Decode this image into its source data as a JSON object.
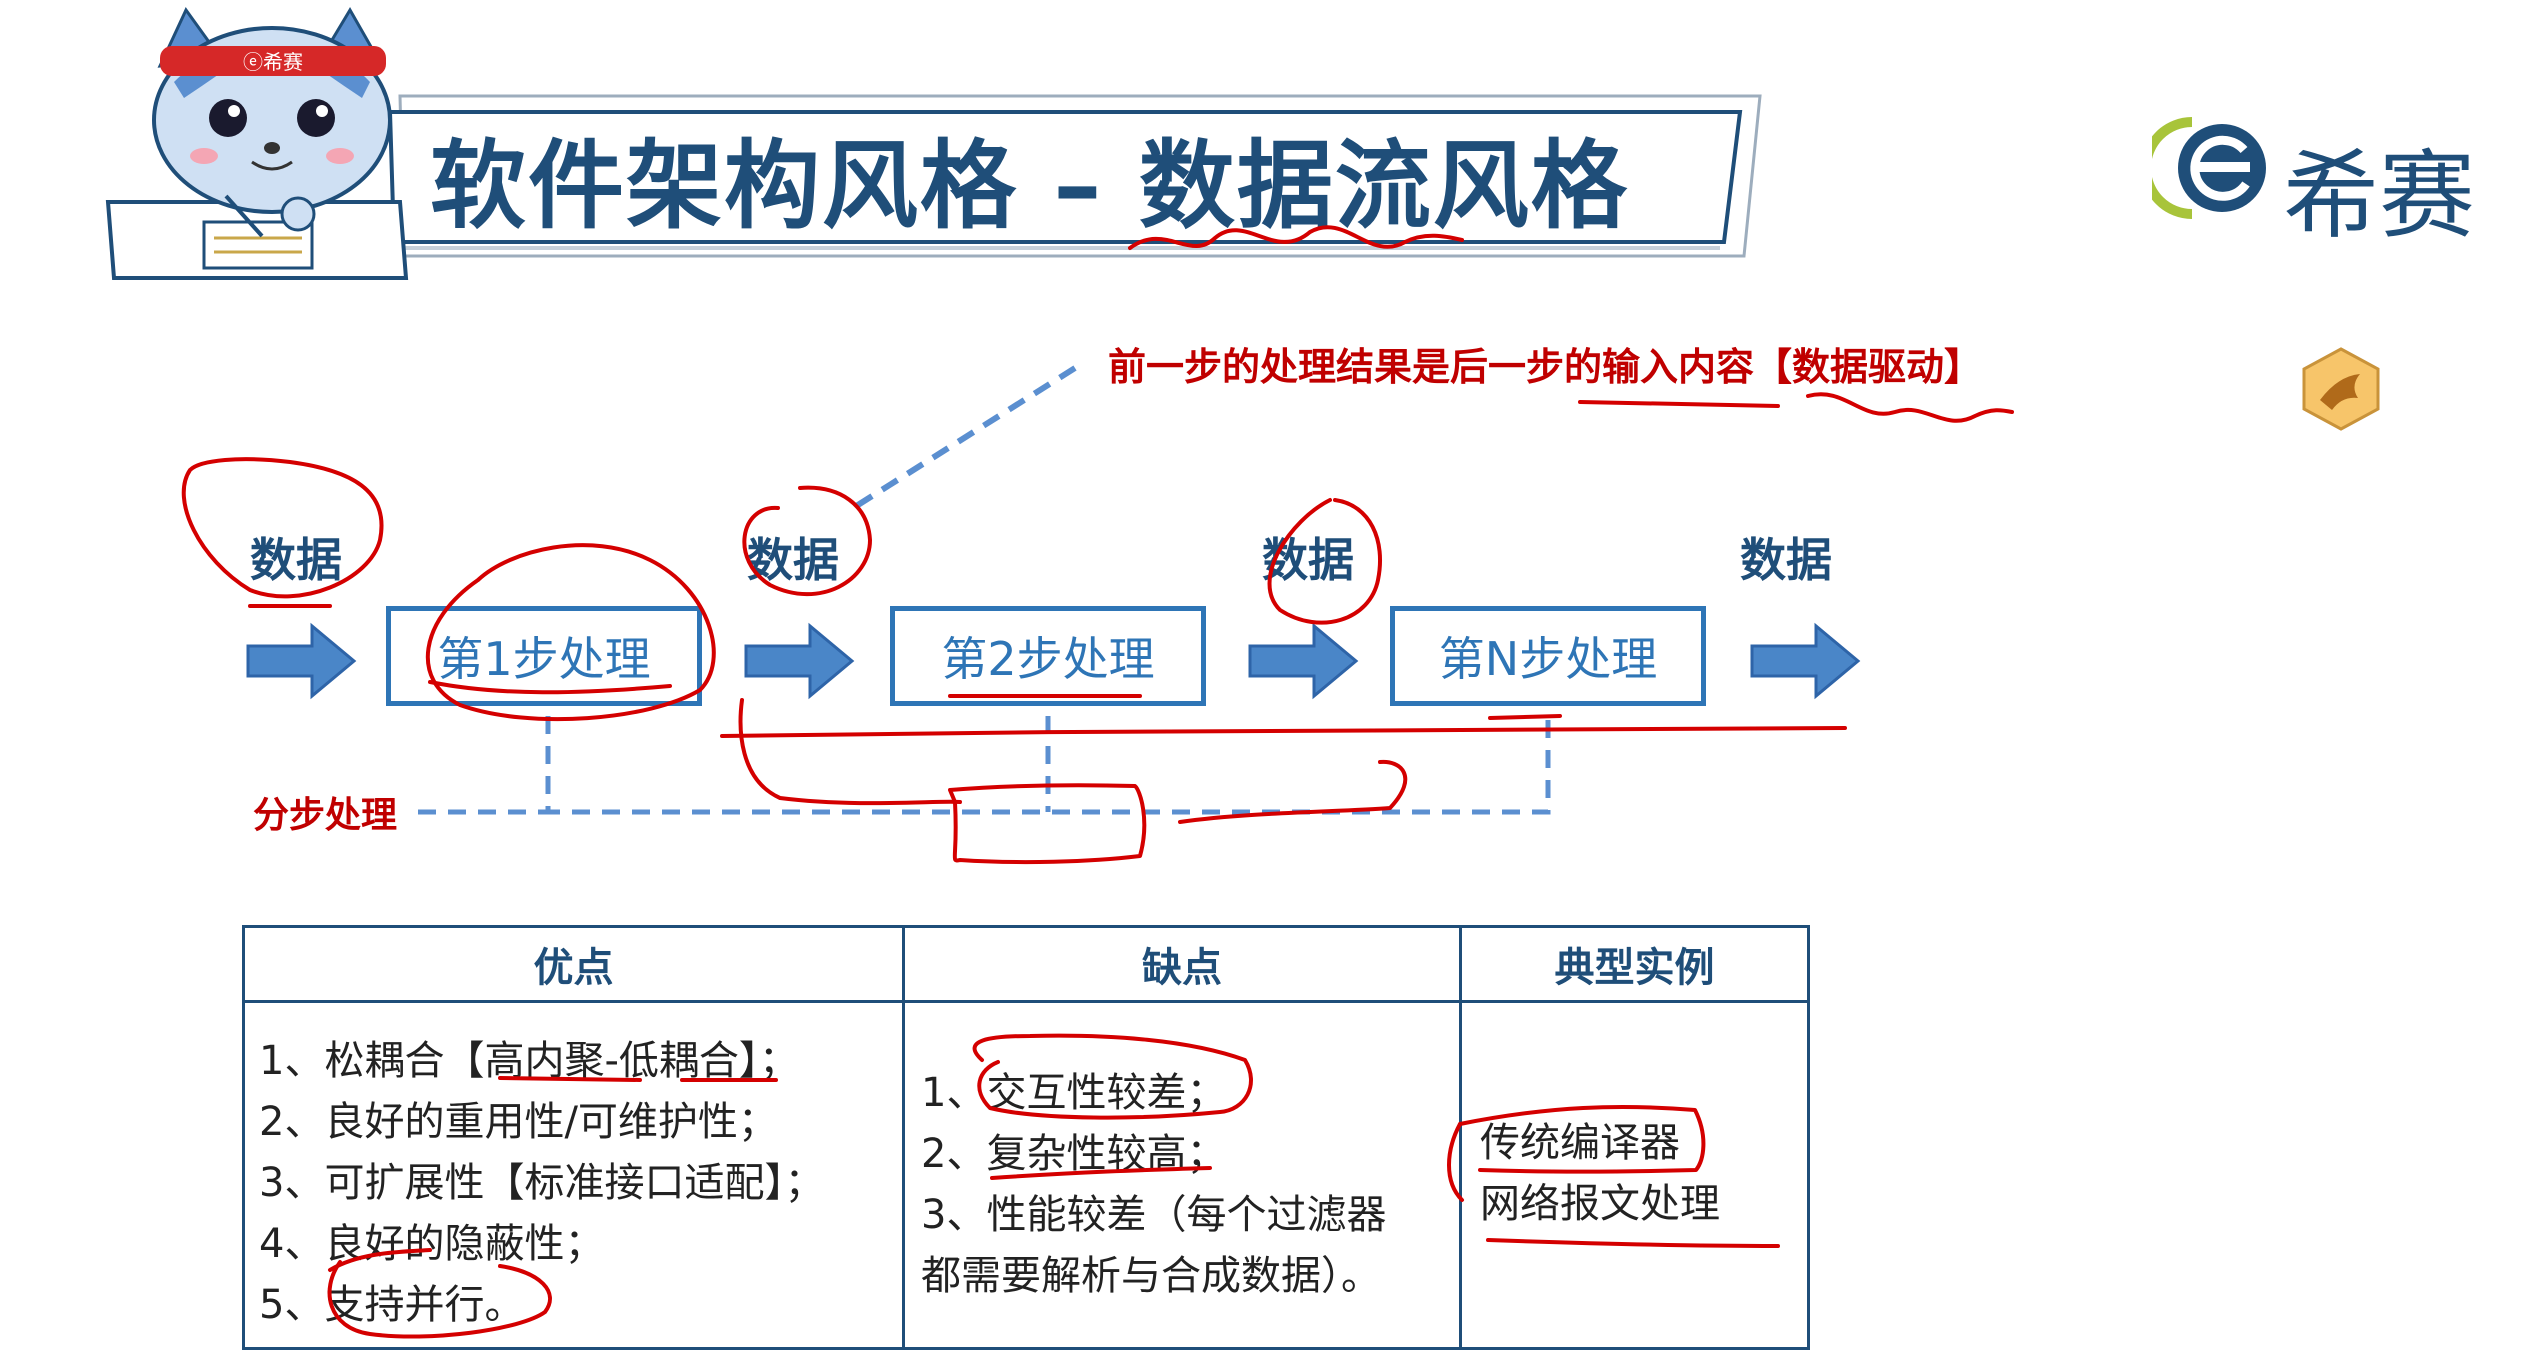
{
  "header": {
    "title": "软件架构风格 – 数据流风格",
    "mascot_badge": "ⓔ希赛",
    "brand": {
      "logo_letter": "e",
      "name": "希赛"
    }
  },
  "diagram": {
    "note": "前一步的处理结果是后一步的输入内容【数据驱动】",
    "data_labels": [
      "数据",
      "数据",
      "数据",
      "数据"
    ],
    "steps": [
      "第1步处理",
      "第2步处理",
      "第N步处理"
    ],
    "split_label": "分步处理"
  },
  "table": {
    "headers": [
      "优点",
      "缺点",
      "典型实例"
    ],
    "pros": [
      "1、松耦合【高内聚-低耦合】；",
      "2、良好的重用性/可维护性；",
      "3、可扩展性【标准接口适配】；",
      "4、良好的隐蔽性；",
      "5、支持并行。"
    ],
    "cons": [
      "1、交互性较差；",
      "2、复杂性较高；",
      "3、性能较差（每个过滤器",
      "都需要解析与合成数据）。"
    ],
    "examples": [
      "传统编译器",
      "网络报文处理"
    ]
  },
  "colors": {
    "navy": "#1f4e79",
    "box_blue": "#2e75b6",
    "arrow_blue": "#4a86c8",
    "annotation_red": "#d40000"
  },
  "icons": [
    "mascot-cat-icon",
    "brand-logo-icon",
    "bird-app-icon",
    "right-arrow-icon"
  ]
}
